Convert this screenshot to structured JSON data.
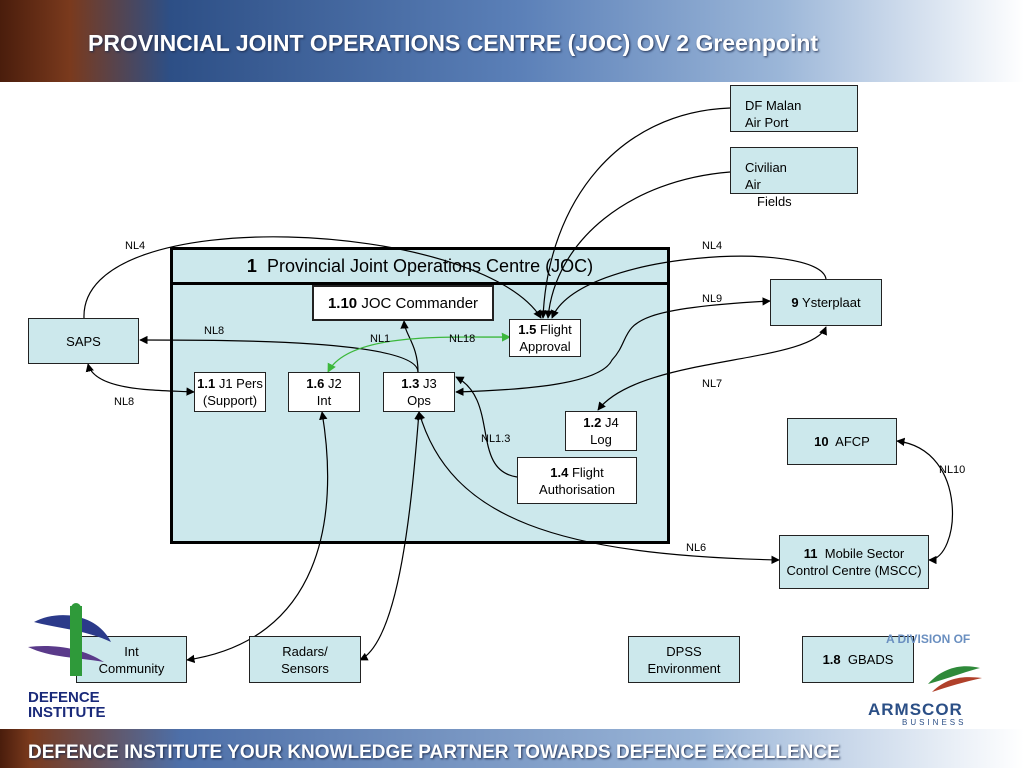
{
  "header": {
    "title": "PROVINCIAL JOINT OPERATIONS CENTRE (JOC) OV 2 Greenpoint"
  },
  "footer": {
    "text": "DEFENCE INSTITUTE YOUR KNOWLEDGE PARTNER TOWARDS DEFENCE EXCELLENCE"
  },
  "joc": {
    "number": "1",
    "title": "Provincial Joint Operations Centre (JOC)"
  },
  "nodes": {
    "joc_commander": {
      "number": "1.10",
      "label": "JOC Commander"
    },
    "flight_approval": {
      "number": "1.5",
      "line1": "Flight",
      "line2": "Approval"
    },
    "j1": {
      "number": "1.1",
      "line1": "J1 Pers",
      "line2": "(Support)"
    },
    "j2": {
      "number": "1.6",
      "line1": "J2",
      "line2": "Int"
    },
    "j3": {
      "number": "1.3",
      "line1": "J3",
      "line2": "Ops"
    },
    "j4": {
      "number": "1.2",
      "line1": "J4",
      "line2": "Log"
    },
    "flight_auth": {
      "number": "1.4",
      "line1": "Flight",
      "line2": "Authorisation"
    },
    "saps": {
      "label": "SAPS"
    },
    "df_malan": {
      "line1": "DF Malan",
      "line2": "Air Port"
    },
    "civilian": {
      "line1": "Civilian",
      "line2": "Air",
      "line3": "Fields"
    },
    "ysterplaat": {
      "number": "9",
      "label": "Ysterplaat"
    },
    "afcp": {
      "number": "10",
      "label": "AFCP"
    },
    "mscc": {
      "number": "11",
      "line1": "Mobile Sector",
      "line2": "Control Centre (MSCC)"
    },
    "int_community": {
      "line1": "Int",
      "line2": "Community"
    },
    "radars": {
      "line1": "Radars/",
      "line2": "Sensors"
    },
    "dpss": {
      "line1": "DPSS",
      "line2": "Environment"
    },
    "gbads": {
      "number": "1.8",
      "label": "GBADS"
    }
  },
  "link_labels": {
    "nl4_left": "NL4",
    "nl4_right": "NL4",
    "nl9": "NL9",
    "nl8_top": "NL8",
    "nl8_bottom": "NL8",
    "nl1": "NL1",
    "nl18": "NL18",
    "nl7": "NL7",
    "nl13": "NL1.3",
    "nl10": "NL10",
    "nl6": "NL6"
  },
  "logos": {
    "defence_institute": "DEFENCE INSTITUTE",
    "armscor_division": "A DIVISION OF",
    "armscor": "ARMSCOR",
    "armscor_business": "BUSINESS"
  },
  "colors": {
    "box_fill": "#cce8ec",
    "green_link": "#3cb83c",
    "header_blue": "#2d4f86"
  }
}
